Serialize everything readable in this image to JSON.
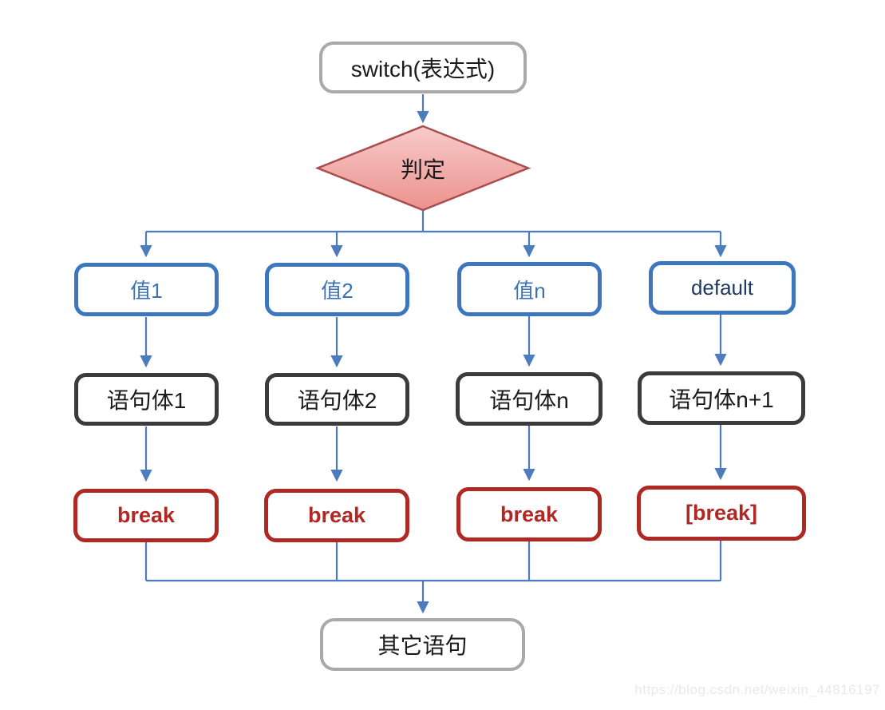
{
  "diagram": {
    "start": {
      "label": "switch(表达式)"
    },
    "decision": {
      "label": "判定"
    },
    "branches": [
      {
        "case_label": "值1",
        "statement_label": "语句体1",
        "break_label": "break"
      },
      {
        "case_label": "值2",
        "statement_label": "语句体2",
        "break_label": "break"
      },
      {
        "case_label": "值n",
        "statement_label": "语句体n",
        "break_label": "break"
      },
      {
        "case_label": "default",
        "statement_label": "语句体n+1",
        "break_label": "[break]"
      }
    ],
    "end": {
      "label": "其它语句"
    }
  },
  "watermark": {
    "text": "https://blog.csdn.net/weixin_44816197"
  },
  "colors": {
    "connector_blue": "#4C7CBE",
    "case_border_blue": "#3C76BE",
    "case_text_blue": "#3A72B4",
    "default_text_navy": "#1F3864",
    "statement_border_dark": "#3B3B3B",
    "break_red": "#B02823",
    "terminal_border_gray": "#A9A9A9",
    "diamond_fill_top": "#F7CBCA",
    "diamond_fill_bottom": "#EC928E",
    "diamond_border": "#A94E4E",
    "watermark_gray": "#E9E9E9"
  }
}
